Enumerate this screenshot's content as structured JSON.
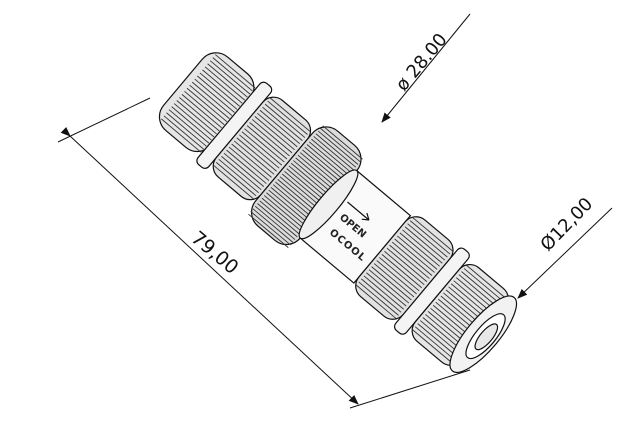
{
  "drawing": {
    "part": "inline tube fitting (isometric)",
    "dimensions": {
      "length": "79,00",
      "outer_diameter": "ø 28.00",
      "tube_diameter": "Ø12,00"
    },
    "body_markings": {
      "direction": "OPEN",
      "brand": "OCOOL"
    },
    "colors": {
      "line": "#111111",
      "background": "#ffffff",
      "body_shade": "#d9d9d9"
    }
  }
}
